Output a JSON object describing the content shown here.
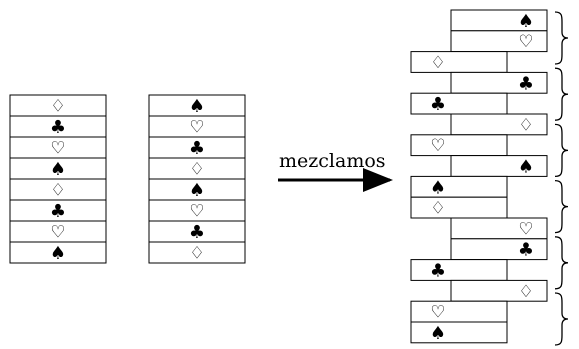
{
  "deck_left": [
    "diamond",
    "club",
    "heart",
    "spade",
    "diamond",
    "club",
    "heart",
    "spade"
  ],
  "deck_middle": [
    "spade",
    "heart",
    "club",
    "diamond",
    "spade",
    "heart",
    "club",
    "diamond"
  ],
  "arrow_label": "mezclamos",
  "result": [
    {
      "suit": "spade",
      "from": "right"
    },
    {
      "suit": "heart",
      "from": "right"
    },
    {
      "suit": "diamond",
      "from": "left"
    },
    {
      "suit": "club",
      "from": "right"
    },
    {
      "suit": "club",
      "from": "left"
    },
    {
      "suit": "diamond",
      "from": "right"
    },
    {
      "suit": "heart",
      "from": "left"
    },
    {
      "suit": "spade",
      "from": "right"
    },
    {
      "suit": "spade",
      "from": "left"
    },
    {
      "suit": "diamond",
      "from": "left"
    },
    {
      "suit": "heart",
      "from": "right"
    },
    {
      "suit": "club",
      "from": "right"
    },
    {
      "suit": "club",
      "from": "left"
    },
    {
      "suit": "diamond",
      "from": "right"
    },
    {
      "suit": "heart",
      "from": "left"
    },
    {
      "suit": "spade",
      "from": "left"
    }
  ],
  "groups": 6,
  "suit_glyphs": {
    "spade": "♠",
    "heart": "♡",
    "diamond": "♢",
    "club": "♣"
  }
}
